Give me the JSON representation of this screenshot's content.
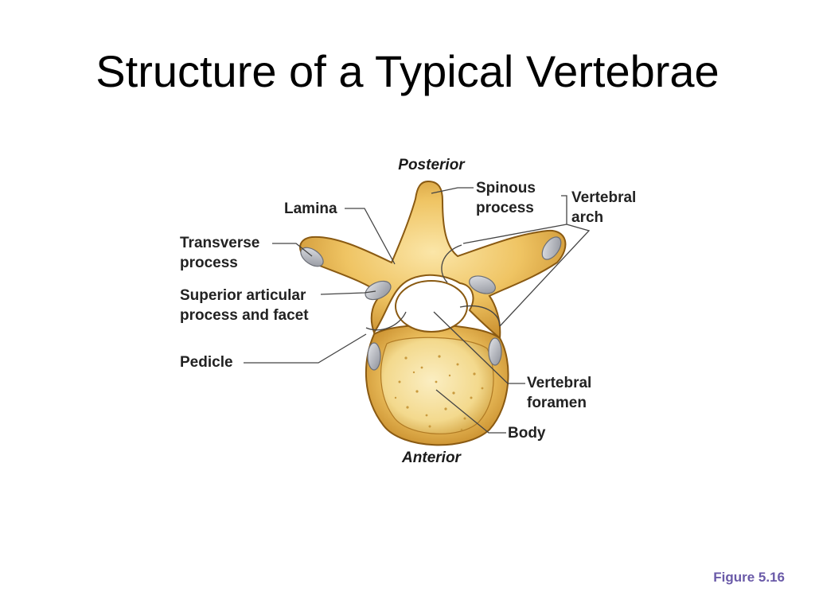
{
  "slide": {
    "title": "Structure of a Typical Vertebrae",
    "figure_ref": "Figure 5.16"
  },
  "diagram": {
    "orientation_top": "Posterior",
    "orientation_bottom": "Anterior",
    "labels": {
      "lamina": "Lamina",
      "spinous_1": "Spinous",
      "spinous_2": "process",
      "vertebral_arch_1": "Vertebral",
      "vertebral_arch_2": "arch",
      "transverse_1": "Transverse",
      "transverse_2": "process",
      "superior_1": "Superior articular",
      "superior_2": "process and facet",
      "pedicle": "Pedicle",
      "foramen_1": "Vertebral",
      "foramen_2": "foramen",
      "body": "Body"
    },
    "colors": {
      "bone_light": "#f5d27a",
      "bone_mid": "#d9a645",
      "bone_dark": "#8a5a12",
      "facet": "#b9bcc4"
    }
  }
}
